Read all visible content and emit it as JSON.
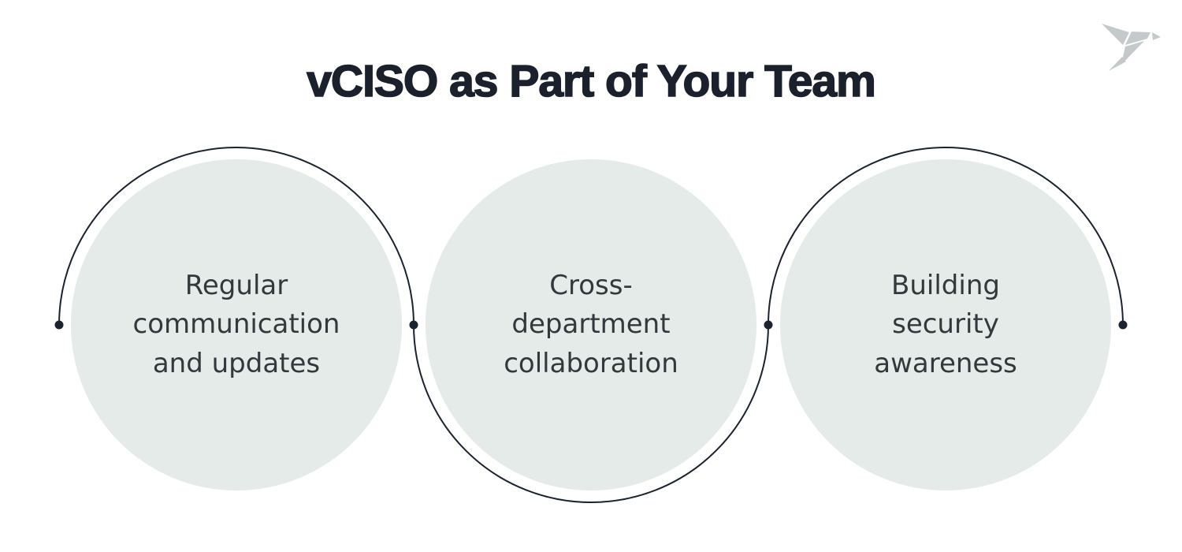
{
  "title": "vCISO as Part of Your Team",
  "logo": {
    "icon": "origami-bird-icon",
    "color": "#c4c9cb"
  },
  "colors": {
    "background": "#ffffff",
    "circle_fill": "#e4ebe8",
    "line": "#1b2330",
    "title_text": "#1a212c",
    "label_text": "#33383c"
  },
  "circles": [
    {
      "label": "Regular\ncommunication\nand updates"
    },
    {
      "label": "Cross-\ndepartment\ncollaboration"
    },
    {
      "label": "Building\nsecurity\nawareness"
    }
  ]
}
